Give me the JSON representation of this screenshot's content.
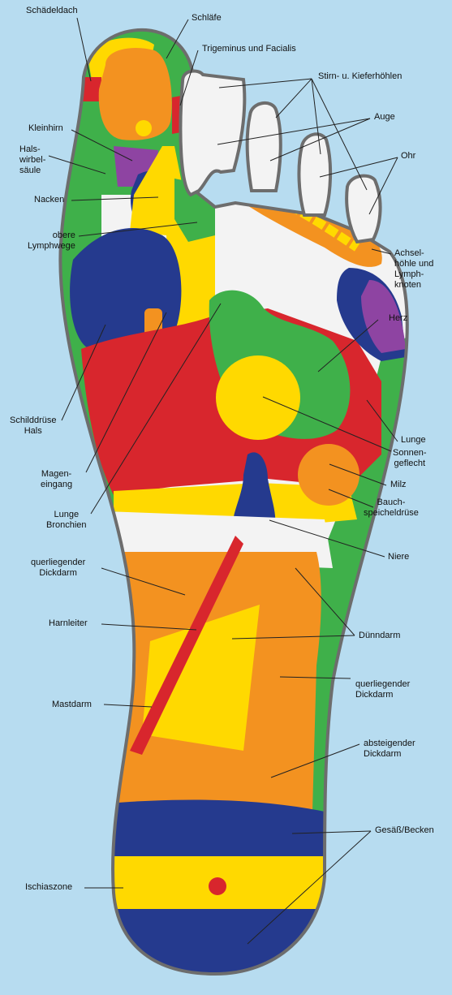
{
  "labels": {
    "schaedeldach": "Schädeldach",
    "schlaefe": "Schläfe",
    "trigeminus": "Trigeminus und Facialis",
    "stirn": "Stirn- u. Kieferhöhlen",
    "auge": "Auge",
    "ohr": "Ohr",
    "kleinhirn": "Kleinhirn",
    "halswirbel": "Hals-\nwirbel-\nsäule",
    "nacken": "Nacken",
    "lymphwege": "obere\nLymphwege",
    "achsel": "Achsel-\nhöhle und\nLymph-\nknoten",
    "herz": "Herz",
    "schilddruese": "Schilddrüse\nHals",
    "lunge": "Lunge",
    "mageneingang": "Magen-\neingang",
    "sonnengeflecht": "Sonnen-\ngeflecht",
    "milz": "Milz",
    "lunge_bronchien": "Lunge\nBronchien",
    "bauchspeichel": "Bauch-\nspeicheldrüse",
    "niere": "Niere",
    "querliegender_left": "querliegender\nDickdarm",
    "harnleiter": "Harnleiter",
    "duenndarm": "Dünndarm",
    "querliegender_right": "querliegender\nDickdarm",
    "mastdarm": "Mastdarm",
    "absteigender": "absteigender\nDickdarm",
    "gesaess": "Gesäß/Becken",
    "ischias": "Ischiaszone"
  },
  "colors": {
    "background": "#b7dcf0",
    "green": "#3fb04a",
    "yellow": "#ffd900",
    "orange": "#f39220",
    "red": "#d8262d",
    "blue": "#253a8e",
    "purple": "#8e44a2",
    "white": "#f3f3f3",
    "outline": "#6d6d6d"
  }
}
